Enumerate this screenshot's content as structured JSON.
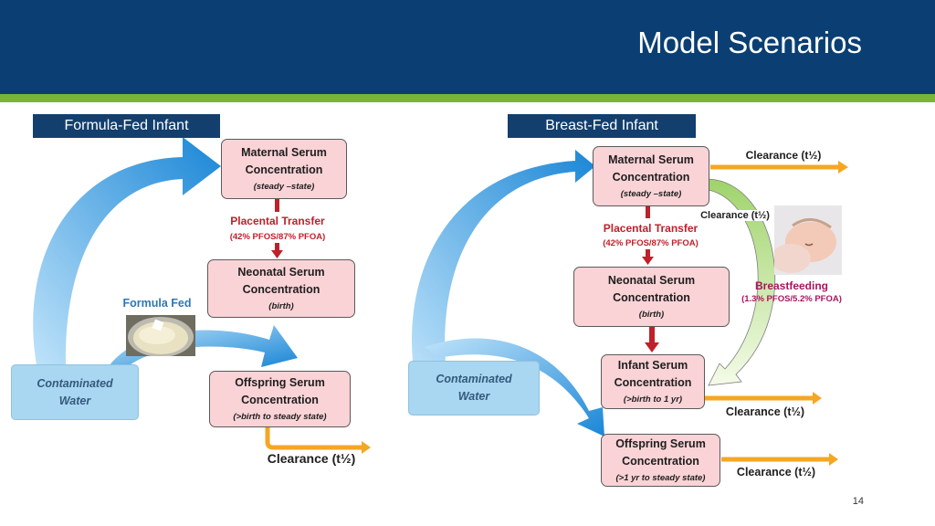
{
  "slide": {
    "title": "Model Scenarios",
    "page_number": "14"
  },
  "colors": {
    "header": "#0b3f73",
    "header_stripe": "#7ab536",
    "box_fill": "#fad3d7",
    "water_fill": "#a9d6f0",
    "blue_arrow": "#1a86d6",
    "transfer_red": "#c0202a",
    "clearance_orange": "#f5a623",
    "breastfeeding_green": "#c8e8a0"
  },
  "formula": {
    "section_label": "Formula-Fed Infant",
    "maternal": {
      "line1": "Maternal Serum",
      "line2": "Concentration",
      "sub": "(steady –state)"
    },
    "placental": {
      "title": "Placental Transfer",
      "sub": "(42% PFOS/87% PFOA)"
    },
    "neonatal": {
      "line1": "Neonatal Serum",
      "line2": "Concentration",
      "sub": "(birth)"
    },
    "formula_fed_label": "Formula Fed",
    "water": {
      "line1": "Contaminated",
      "line2": "Water"
    },
    "offspring": {
      "line1": "Offspring Serum",
      "line2": "Concentration",
      "sub": "(>birth to steady state)"
    },
    "clearance": "Clearance (t½)"
  },
  "breast": {
    "section_label": "Breast-Fed Infant",
    "maternal": {
      "line1": "Maternal Serum",
      "line2": "Concentration",
      "sub": "(steady –state)"
    },
    "clearance_top": "Clearance (t½)",
    "clearance_mid": "Clearance (t½)",
    "placental": {
      "title": "Placental Transfer",
      "sub": "(42% PFOS/87% PFOA)"
    },
    "neonatal": {
      "line1": "Neonatal Serum",
      "line2": "Concentration",
      "sub": "(birth)"
    },
    "breastfeeding": {
      "title": "Breastfeeding",
      "sub": "(1.3% PFOS/5.2% PFOA)"
    },
    "water": {
      "line1": "Contaminated",
      "line2": "Water"
    },
    "infant": {
      "line1": "Infant Serum",
      "line2": "Concentration",
      "sub": "(>birth to 1 yr)"
    },
    "clearance_infant": "Clearance (t½)",
    "offspring": {
      "line1": "Offspring Serum",
      "line2": "Concentration",
      "sub": "(>1 yr to steady state)"
    },
    "clearance_offspring": "Clearance (t½)"
  }
}
